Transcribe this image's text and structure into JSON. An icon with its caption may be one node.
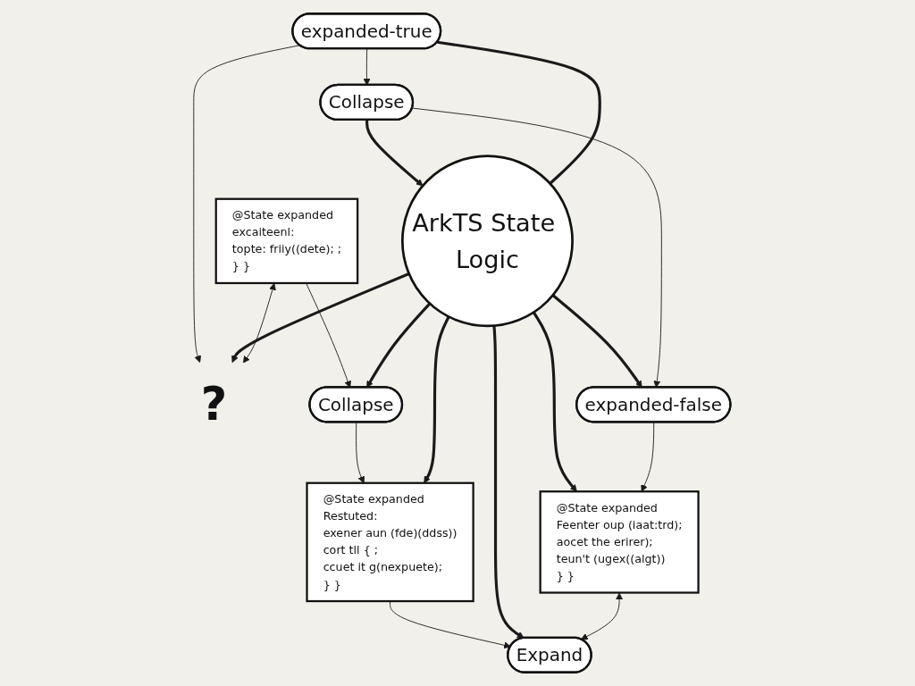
{
  "diagram": {
    "nodes": [
      {
        "text": [
          "@State expanded",
          "excaiteenl:",
          "topte: friiy((dete); ;",
          "} }"
        ]
      },
      {
        "text": [
          "?"
        ]
      },
      {
        "text": [
          "expanded-true"
        ]
      },
      {
        "text": [
          "Collapse"
        ]
      },
      {
        "text": [
          "@State expanded",
          "Restuted:",
          "exener aun (fde)(ddss))",
          "cort tll { ;",
          "ccuet it g(nexpuete);",
          "} }"
        ]
      },
      {
        "text": [
          "ArkTS State Logic"
        ]
      },
      {
        "text": [
          "Collapse"
        ]
      },
      {
        "text": [
          "expanded-false"
        ]
      },
      {
        "text": [
          "Expand"
        ]
      },
      {
        "text": [
          "@State expanded",
          "Feenter oup (iaat:trd);",
          "aocet the erirer);",
          "teun't (ugex((algt))",
          "} }"
        ]
      }
    ],
    "edges": [
      {
        "from": 2,
        "to": 1,
        "arrow": "to"
      },
      {
        "from": 5,
        "to": 1,
        "arrow": "to",
        "style": "thick"
      },
      {
        "from": 0,
        "to": 1,
        "arrow": "both"
      },
      {
        "from": 0,
        "to": 3,
        "arrow": "to"
      },
      {
        "from": 5,
        "to": 3,
        "arrow": "to",
        "style": "thick"
      },
      {
        "from": 3,
        "to": 4,
        "arrow": "to"
      },
      {
        "from": 5,
        "to": 4,
        "arrow": "to",
        "style": "thick"
      },
      {
        "from": 4,
        "to": 8,
        "arrow": "to"
      },
      {
        "from": 5,
        "to": 8,
        "arrow": "to",
        "style": "thick"
      },
      {
        "from": 9,
        "to": 8,
        "arrow": "both"
      },
      {
        "from": 5,
        "to": 9,
        "arrow": "to",
        "style": "thick"
      },
      {
        "from": 7,
        "to": 9,
        "arrow": "to"
      },
      {
        "from": 5,
        "to": 7,
        "arrow": "to",
        "style": "thick"
      },
      {
        "from": 6,
        "to": 7,
        "arrow": "to"
      },
      {
        "from": 6,
        "to": 5,
        "arrow": "to",
        "style": "thick"
      },
      {
        "from": 2,
        "to": 6,
        "arrow": "to"
      },
      {
        "from": 2,
        "to": 5,
        "arrow": "none",
        "style": "thick"
      }
    ]
  }
}
